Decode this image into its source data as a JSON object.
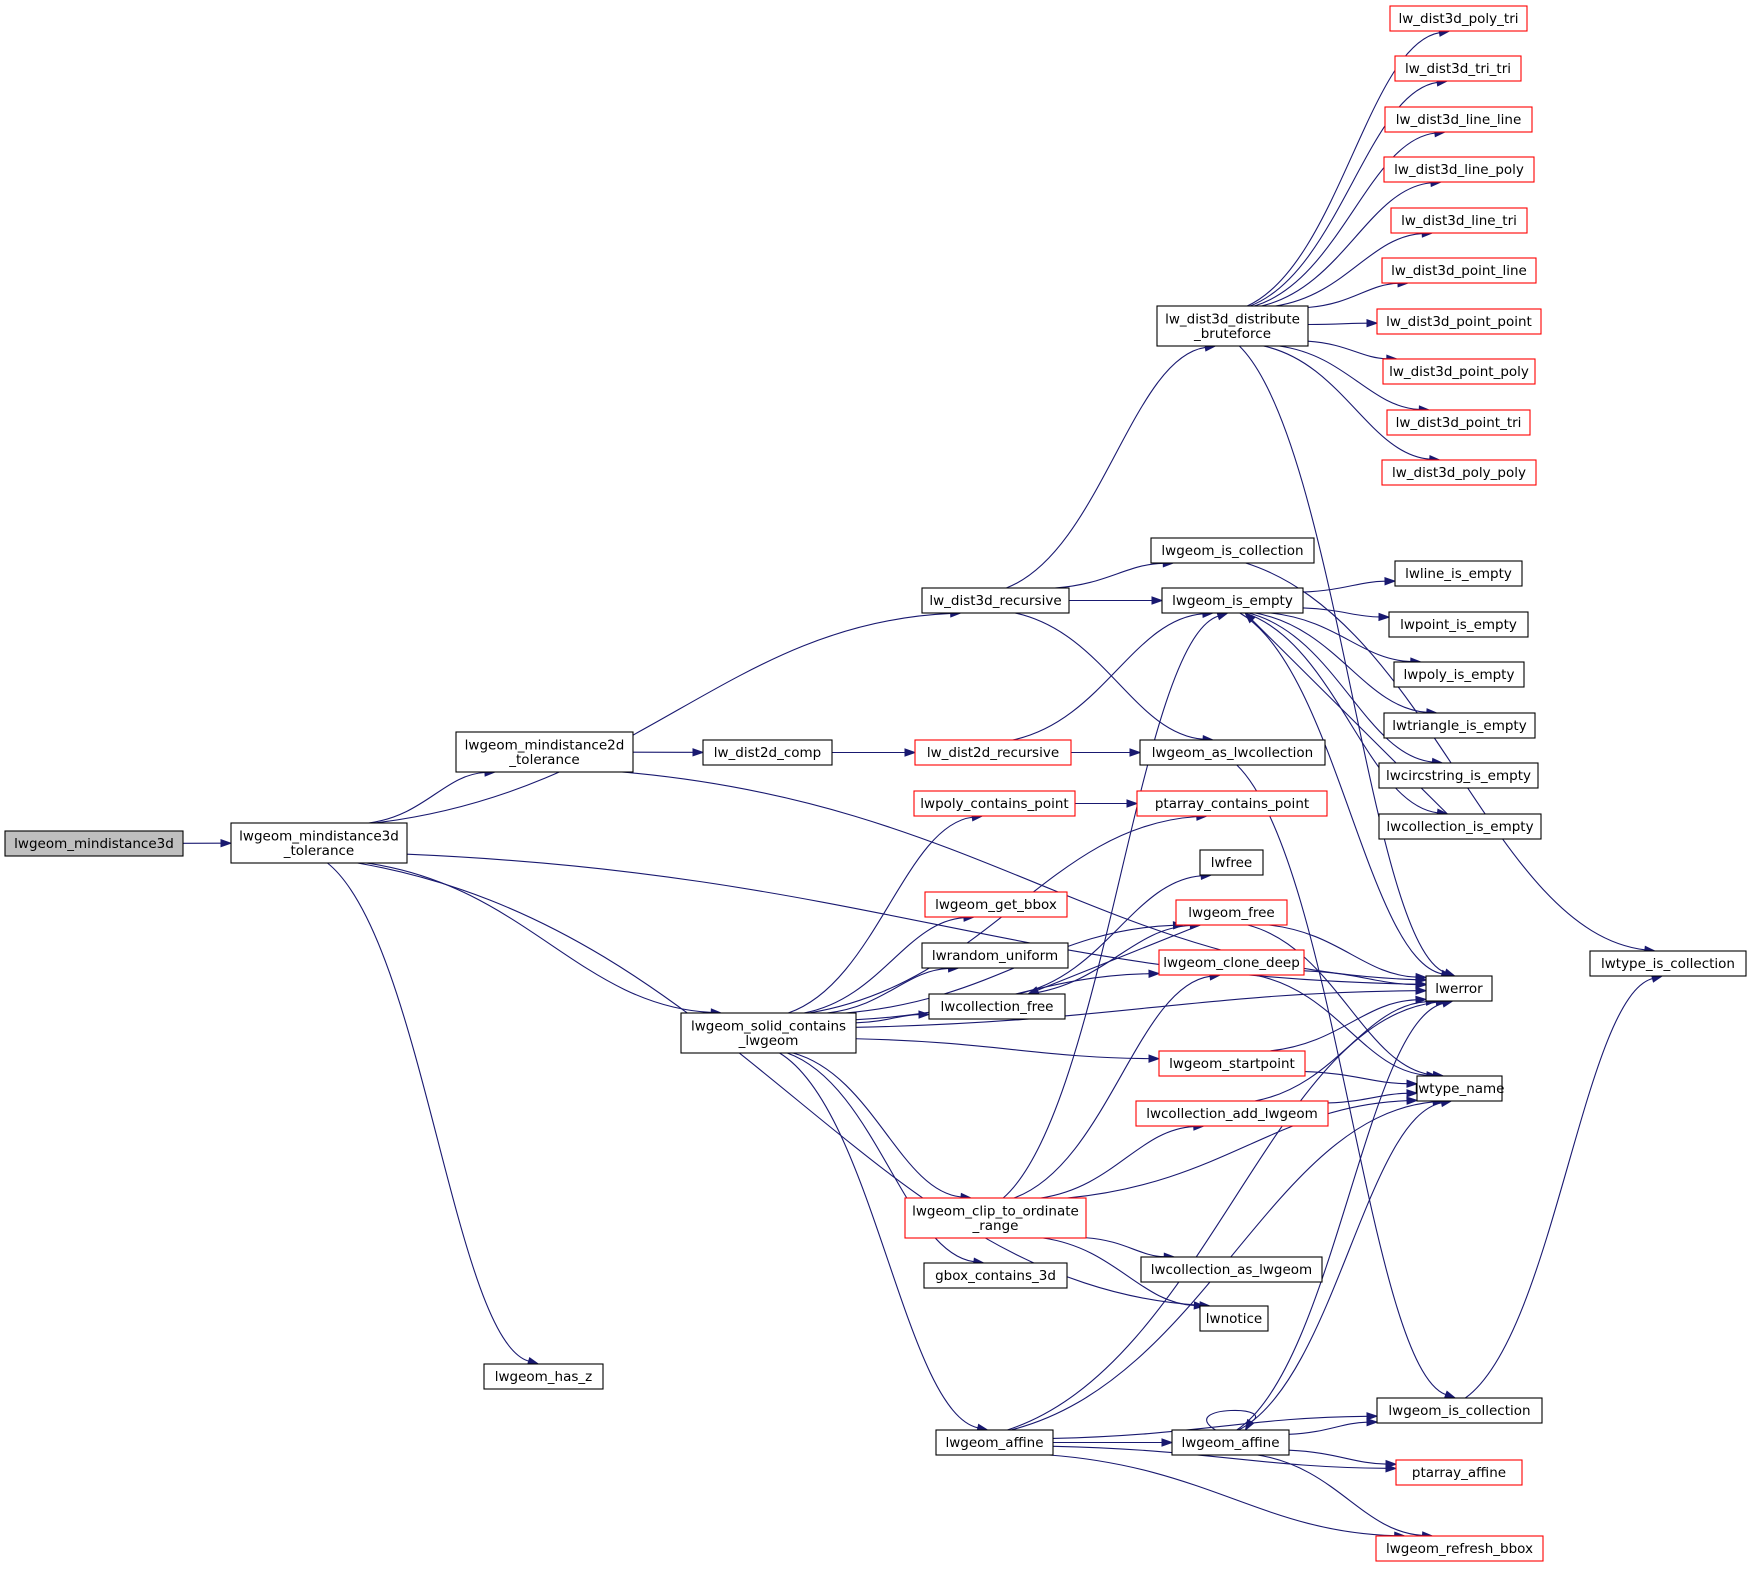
{
  "nodes": [
    {
      "id": "root",
      "label": [
        "lwgeom_mindistance3d"
      ],
      "style": "root"
    },
    {
      "id": "md3dtol",
      "label": [
        "lwgeom_mindistance3d",
        "_tolerance"
      ],
      "style": "normal"
    },
    {
      "id": "md2dtol",
      "label": [
        "lwgeom_mindistance2d",
        "_tolerance"
      ],
      "style": "normal"
    },
    {
      "id": "hasz",
      "label": [
        "lwgeom_has_z"
      ],
      "style": "normal"
    },
    {
      "id": "dist2dcomp",
      "label": [
        "lw_dist2d_comp"
      ],
      "style": "normal"
    },
    {
      "id": "dist2drec",
      "label": [
        "lw_dist2d_recursive"
      ],
      "style": "red"
    },
    {
      "id": "dist3drec",
      "label": [
        "lw_dist3d_recursive"
      ],
      "style": "normal"
    },
    {
      "id": "solid",
      "label": [
        "lwgeom_solid_contains",
        "_lwgeom"
      ],
      "style": "normal"
    },
    {
      "id": "polycont",
      "label": [
        "lwpoly_contains_point"
      ],
      "style": "red"
    },
    {
      "id": "getbbox",
      "label": [
        "lwgeom_get_bbox"
      ],
      "style": "red"
    },
    {
      "id": "random",
      "label": [
        "lwrandom_uniform"
      ],
      "style": "normal"
    },
    {
      "id": "collfree",
      "label": [
        "lwcollection_free"
      ],
      "style": "normal"
    },
    {
      "id": "clip",
      "label": [
        "lwgeom_clip_to_ordinate",
        "_range"
      ],
      "style": "red"
    },
    {
      "id": "gboxc3d",
      "label": [
        "gbox_contains_3d"
      ],
      "style": "normal"
    },
    {
      "id": "affine1",
      "label": [
        "lwgeom_affine"
      ],
      "style": "normal"
    },
    {
      "id": "brute",
      "label": [
        "lw_dist3d_distribute",
        "_bruteforce"
      ],
      "style": "normal"
    },
    {
      "id": "iscoll",
      "label": [
        "lwgeom_is_collection"
      ],
      "style": "normal"
    },
    {
      "id": "isempty",
      "label": [
        "lwgeom_is_empty"
      ],
      "style": "normal"
    },
    {
      "id": "aslwcoll",
      "label": [
        "lwgeom_as_lwcollection"
      ],
      "style": "normal"
    },
    {
      "id": "ptcont",
      "label": [
        "ptarray_contains_point"
      ],
      "style": "red"
    },
    {
      "id": "lwfree",
      "label": [
        "lwfree"
      ],
      "style": "normal"
    },
    {
      "id": "geomfree",
      "label": [
        "lwgeom_free"
      ],
      "style": "red"
    },
    {
      "id": "clonedeep",
      "label": [
        "lwgeom_clone_deep"
      ],
      "style": "red"
    },
    {
      "id": "startpoint",
      "label": [
        "lwgeom_startpoint"
      ],
      "style": "red"
    },
    {
      "id": "colladd",
      "label": [
        "lwcollection_add_lwgeom"
      ],
      "style": "red"
    },
    {
      "id": "collas",
      "label": [
        "lwcollection_as_lwgeom"
      ],
      "style": "normal"
    },
    {
      "id": "lwnotice",
      "label": [
        "lwnotice"
      ],
      "style": "normal"
    },
    {
      "id": "affine2",
      "label": [
        "lwgeom_affine"
      ],
      "style": "normal"
    },
    {
      "id": "polytri",
      "label": [
        "lw_dist3d_poly_tri"
      ],
      "style": "red"
    },
    {
      "id": "tritri",
      "label": [
        "lw_dist3d_tri_tri"
      ],
      "style": "red"
    },
    {
      "id": "lineline",
      "label": [
        "lw_dist3d_line_line"
      ],
      "style": "red"
    },
    {
      "id": "linepoly",
      "label": [
        "lw_dist3d_line_poly"
      ],
      "style": "red"
    },
    {
      "id": "linetri",
      "label": [
        "lw_dist3d_line_tri"
      ],
      "style": "red"
    },
    {
      "id": "pointline",
      "label": [
        "lw_dist3d_point_line"
      ],
      "style": "red"
    },
    {
      "id": "pointpoint",
      "label": [
        "lw_dist3d_point_point"
      ],
      "style": "red"
    },
    {
      "id": "pointpoly",
      "label": [
        "lw_dist3d_point_poly"
      ],
      "style": "red"
    },
    {
      "id": "pointtri",
      "label": [
        "lw_dist3d_point_tri"
      ],
      "style": "red"
    },
    {
      "id": "polypoly",
      "label": [
        "lw_dist3d_poly_poly"
      ],
      "style": "red"
    },
    {
      "id": "lineempty",
      "label": [
        "lwline_is_empty"
      ],
      "style": "normal"
    },
    {
      "id": "pointempty",
      "label": [
        "lwpoint_is_empty"
      ],
      "style": "normal"
    },
    {
      "id": "polyempty",
      "label": [
        "lwpoly_is_empty"
      ],
      "style": "normal"
    },
    {
      "id": "triempty",
      "label": [
        "lwtriangle_is_empty"
      ],
      "style": "normal"
    },
    {
      "id": "circempty",
      "label": [
        "lwcircstring_is_empty"
      ],
      "style": "normal"
    },
    {
      "id": "collempty",
      "label": [
        "lwcollection_is_empty"
      ],
      "style": "normal"
    },
    {
      "id": "lwerror",
      "label": [
        "lwerror"
      ],
      "style": "normal"
    },
    {
      "id": "typename",
      "label": [
        "lwtype_name"
      ],
      "style": "normal"
    },
    {
      "id": "iscoll2",
      "label": [
        "lwgeom_is_collection"
      ],
      "style": "normal"
    },
    {
      "id": "ptaffine",
      "label": [
        "ptarray_affine"
      ],
      "style": "red"
    },
    {
      "id": "refbbox",
      "label": [
        "lwgeom_refresh_bbox"
      ],
      "style": "red"
    },
    {
      "id": "typecoll",
      "label": [
        "lwtype_is_collection"
      ],
      "style": "normal"
    }
  ],
  "edges": [
    [
      "root",
      "md3dtol"
    ],
    [
      "md3dtol",
      "dist3drec"
    ],
    [
      "md3dtol",
      "lwerror"
    ],
    [
      "md3dtol",
      "md2dtol"
    ],
    [
      "md3dtol",
      "solid"
    ],
    [
      "md3dtol",
      "lwnotice"
    ],
    [
      "md3dtol",
      "hasz"
    ],
    [
      "md2dtol",
      "dist2dcomp"
    ],
    [
      "md2dtol",
      "lwerror"
    ],
    [
      "dist2dcomp",
      "dist2drec"
    ],
    [
      "dist2drec",
      "isempty"
    ],
    [
      "dist2drec",
      "aslwcoll"
    ],
    [
      "dist3drec",
      "brute"
    ],
    [
      "dist3drec",
      "iscoll"
    ],
    [
      "dist3drec",
      "isempty"
    ],
    [
      "dist3drec",
      "aslwcoll"
    ],
    [
      "brute",
      "polytri"
    ],
    [
      "brute",
      "tritri"
    ],
    [
      "brute",
      "lineline"
    ],
    [
      "brute",
      "linepoly"
    ],
    [
      "brute",
      "linetri"
    ],
    [
      "brute",
      "pointline"
    ],
    [
      "brute",
      "pointpoint"
    ],
    [
      "brute",
      "pointpoly"
    ],
    [
      "brute",
      "pointtri"
    ],
    [
      "brute",
      "polypoly"
    ],
    [
      "brute",
      "lwerror"
    ],
    [
      "iscoll",
      "typecoll"
    ],
    [
      "isempty",
      "lineempty"
    ],
    [
      "isempty",
      "pointempty"
    ],
    [
      "isempty",
      "polyempty"
    ],
    [
      "isempty",
      "triempty"
    ],
    [
      "isempty",
      "circempty"
    ],
    [
      "isempty",
      "collempty"
    ],
    [
      "isempty",
      "lwerror"
    ],
    [
      "collempty",
      "isempty"
    ],
    [
      "aslwcoll",
      "iscoll2"
    ],
    [
      "iscoll2",
      "typecoll"
    ],
    [
      "solid",
      "polycont"
    ],
    [
      "solid",
      "ptcont"
    ],
    [
      "solid",
      "getbbox"
    ],
    [
      "solid",
      "random"
    ],
    [
      "solid",
      "collfree"
    ],
    [
      "solid",
      "geomfree"
    ],
    [
      "solid",
      "clonedeep"
    ],
    [
      "solid",
      "lwerror"
    ],
    [
      "solid",
      "startpoint"
    ],
    [
      "solid",
      "clip"
    ],
    [
      "solid",
      "gboxc3d"
    ],
    [
      "solid",
      "affine1"
    ],
    [
      "polycont",
      "ptcont"
    ],
    [
      "collfree",
      "lwfree"
    ],
    [
      "collfree",
      "geomfree"
    ],
    [
      "geomfree",
      "collfree"
    ],
    [
      "geomfree",
      "lwerror"
    ],
    [
      "geomfree",
      "typename"
    ],
    [
      "clonedeep",
      "lwerror"
    ],
    [
      "clonedeep",
      "typename"
    ],
    [
      "startpoint",
      "lwerror"
    ],
    [
      "startpoint",
      "typename"
    ],
    [
      "colladd",
      "lwerror"
    ],
    [
      "colladd",
      "typename"
    ],
    [
      "clip",
      "isempty"
    ],
    [
      "clip",
      "colladd"
    ],
    [
      "clip",
      "typename"
    ],
    [
      "clip",
      "collas"
    ],
    [
      "clip",
      "lwnotice"
    ],
    [
      "clip",
      "clonedeep"
    ],
    [
      "affine1",
      "affine2"
    ],
    [
      "affine1",
      "lwerror"
    ],
    [
      "affine1",
      "typename"
    ],
    [
      "affine1",
      "iscoll2"
    ],
    [
      "affine1",
      "ptaffine"
    ],
    [
      "affine1",
      "refbbox"
    ],
    [
      "affine2",
      "affine2"
    ],
    [
      "affine2",
      "lwerror"
    ],
    [
      "affine2",
      "typename"
    ],
    [
      "affine2",
      "iscoll2"
    ],
    [
      "affine2",
      "ptaffine"
    ],
    [
      "affine2",
      "refbbox"
    ]
  ],
  "colors": {
    "edge": "#191970",
    "root_fill": "#bfbfbf",
    "node_border": "#000000",
    "node_border_external": "#ff0000"
  }
}
